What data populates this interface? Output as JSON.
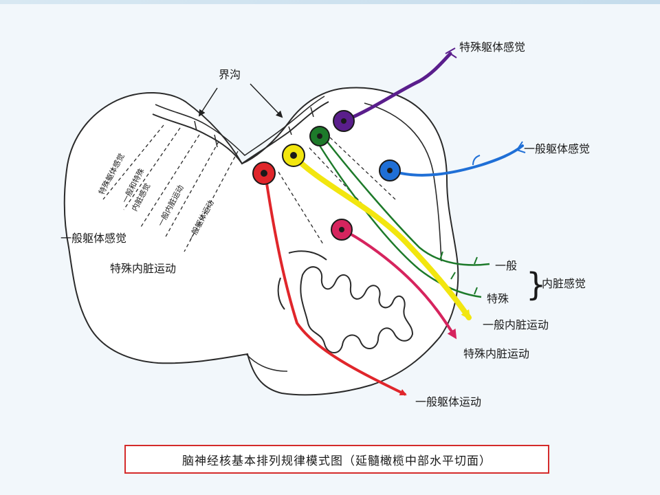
{
  "labels": {
    "sulcus": "界沟",
    "special_somatic_sensory": "特殊躯体感觉",
    "general_somatic_sensory": "一般躯体感觉",
    "general": "一般",
    "special": "特殊",
    "brace": "}",
    "visceral_sensory": "内脏感觉",
    "general_visceral_motor": "一般内脏运动",
    "special_visceral_motor": "特殊内脏运动",
    "general_somatic_motor": "一般躯体运动",
    "left_general_somatic_sensory": "一般躯体感觉",
    "left_special_visceral_motor": "特殊内脏运动"
  },
  "rotated_labels": {
    "r1": "特殊躯体感觉",
    "r2": "一般和特殊",
    "r3": "内脏感觉",
    "r4": "一般内脏运动",
    "r5": "一般躯体运动"
  },
  "caption": "脑神经核基本排列规律模式图（延髓橄榄中部水平切面）",
  "colors": {
    "purple": "#5a1e8c",
    "blue": "#1f6fd6",
    "green": "#1d7a2a",
    "yellow": "#f2e60f",
    "red": "#e0262b",
    "magenta": "#d6245e",
    "outline": "#2a2a2a",
    "caption_border": "#d42a2a"
  },
  "nuclei": [
    "purple",
    "blue",
    "green",
    "yellow",
    "red",
    "magenta"
  ]
}
